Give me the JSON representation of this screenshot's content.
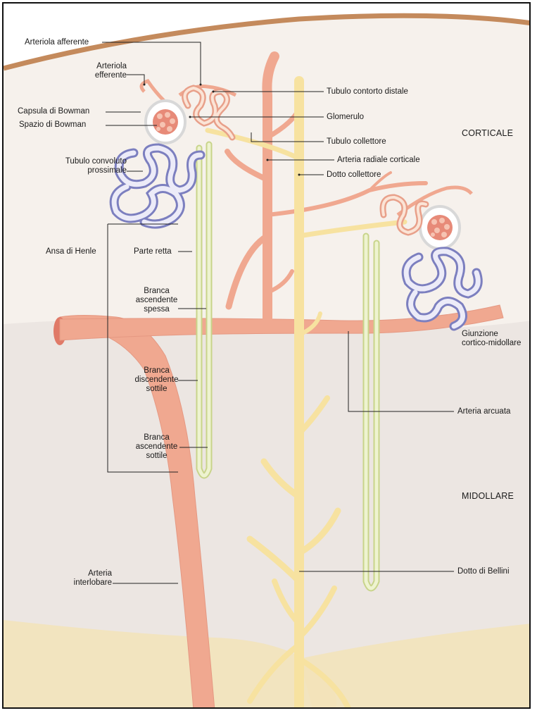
{
  "labels": {
    "arteriola_afferente": "Arteriola afferente",
    "arteriola_efferente_1": "Arteriola",
    "arteriola_efferente_2": "efferente",
    "capsula_bowman": "Capsula di Bowman",
    "spazio_bowman": "Spazio di Bowman",
    "tubulo_convoluto_1": "Tubulo convoluto",
    "tubulo_convoluto_2": "prossimale",
    "ansa_henle": "Ansa di Henle",
    "parte_retta": "Parte retta",
    "branca_asc_spessa_1": "Branca",
    "branca_asc_spessa_2": "ascendente",
    "branca_asc_spessa_3": "spessa",
    "branca_disc_sottile_1": "Branca",
    "branca_disc_sottile_2": "discendente",
    "branca_disc_sottile_3": "sottile",
    "branca_asc_sottile_1": "Branca",
    "branca_asc_sottile_2": "ascendente",
    "branca_asc_sottile_3": "sottile",
    "arteria_interlobare_1": "Arteria",
    "arteria_interlobare_2": "interlobare",
    "tubulo_contorto_distale": "Tubulo contorto distale",
    "glomerulo": "Glomerulo",
    "tubulo_collettore": "Tubulo collettore",
    "arteria_radiale_corticale": "Arteria radiale corticale",
    "dotto_collettore": "Dotto collettore",
    "giunzione_1": "Giunzione",
    "giunzione_2": "cortico-midollare",
    "arteria_arcuata": "Arteria arcuata",
    "dotto_bellini": "Dotto di Bellini"
  },
  "regions": {
    "corticale": "CORTICALE",
    "midollare": "MIDOLLARE"
  },
  "colors": {
    "artery": "#f0a890",
    "artery_dark": "#e07a68",
    "collecting_duct": "#f7e2a0",
    "proximal_tubule": "#b9b8e2",
    "henle_tube": "#dfe8b0",
    "capsule": "#dcdcdc",
    "cortex": "#f6f1ec",
    "medulla": "#ece6e2",
    "capsule_outline": "#c48a5c",
    "leader_line": "#222222"
  }
}
